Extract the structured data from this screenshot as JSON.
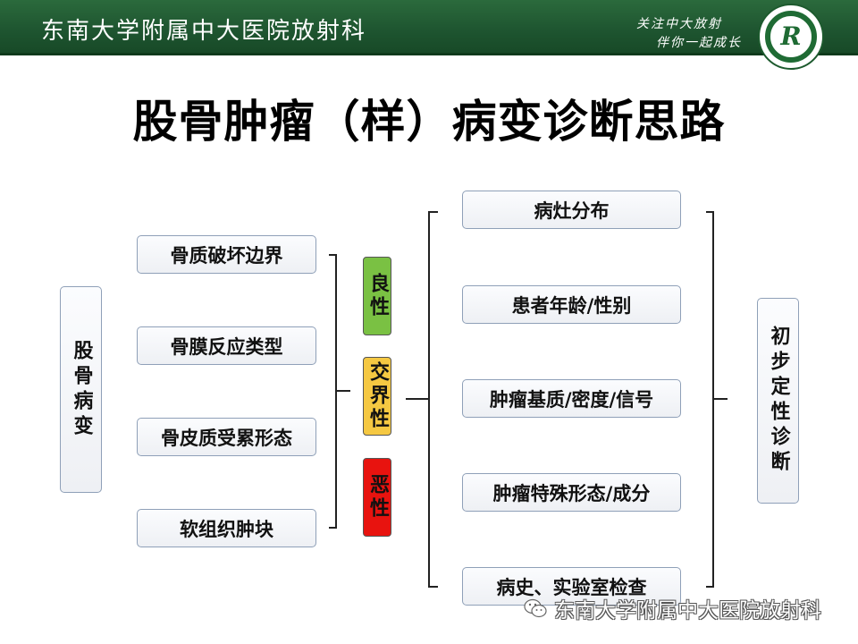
{
  "header": {
    "title": "东南大学附属中大医院放射科",
    "slogan_line1": "关注中大放射",
    "slogan_line2": "伴你一起成长",
    "logo_letter": "R",
    "accent_color": "#1e5530"
  },
  "page_title": "股骨肿瘤（样）病变诊断思路",
  "left_box": "股骨病变",
  "features": [
    "骨质破坏边界",
    "骨膜反应类型",
    "骨皮质受累形态",
    "软组织肿块"
  ],
  "nature_tags": [
    {
      "label": "良性",
      "color": "#7ac143"
    },
    {
      "label": "交界性",
      "color": "#f5c842"
    },
    {
      "label": "恶性",
      "color": "#e8130f"
    }
  ],
  "considerations": [
    "病灶分布",
    "患者年龄/性别",
    "肿瘤基质/密度/信号",
    "肿瘤特殊形态/成分",
    "病史、实验室检查"
  ],
  "result_box": "初步定性诊断",
  "watermark": {
    "text": "东南大学附属中大医院放射科",
    "icon": "wechat-icon"
  }
}
